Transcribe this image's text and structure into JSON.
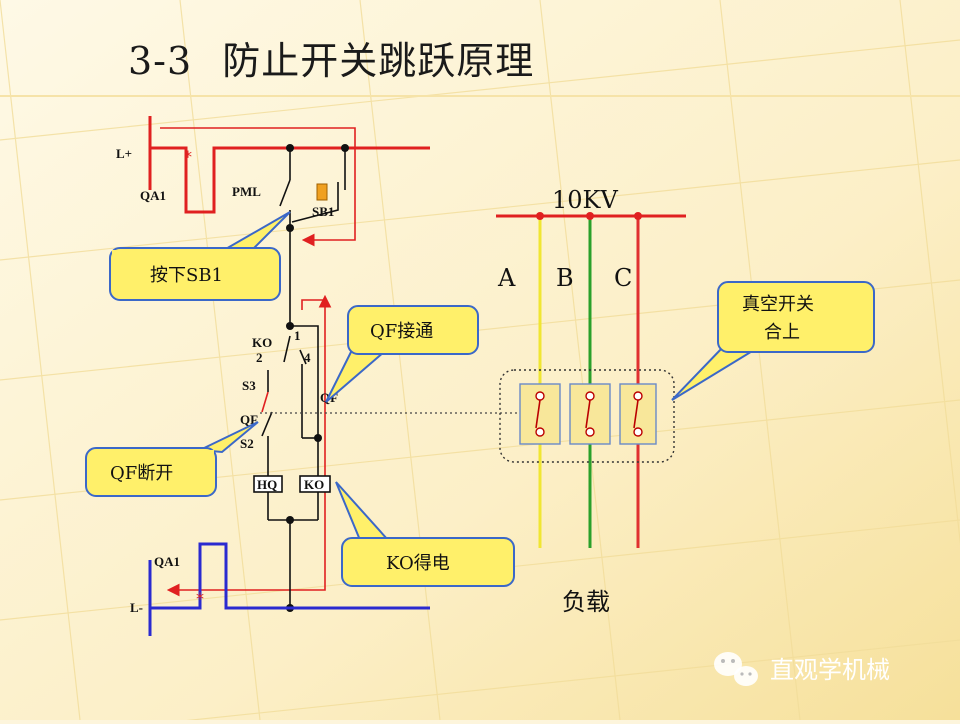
{
  "title": {
    "number": "3-3",
    "text": "防止开关跳跃原理"
  },
  "circuit": {
    "l_plus": "L+",
    "l_minus": "L-",
    "qa1_top": "QA1",
    "qa1_bottom": "QA1",
    "pml": "PML",
    "sb1": "SB1",
    "ko": "KO",
    "pin1": "1",
    "pin2": "2",
    "pin4": "4",
    "s3": "S3",
    "qf_left": "QF",
    "qf_right": "QF",
    "s2": "S2",
    "hq": "HQ",
    "ko_coil": "KO"
  },
  "callouts": {
    "press_sb1": "按下SB1",
    "qf_on": "QF接通",
    "qf_off": "QF断开",
    "ko_energized": "KO得电",
    "vacuum_switch_line1": "真空开关",
    "vacuum_switch_line2": "合上"
  },
  "power": {
    "voltage": "10KV",
    "phase_a": "A",
    "phase_b": "B",
    "phase_c": "C",
    "load": "负载"
  },
  "watermark": {
    "text": "直观学机械",
    "icon": "wechat-icon"
  },
  "colors": {
    "wire_red": "#e02020",
    "wire_blue": "#2a2ad0",
    "phase_a": "#f0e632",
    "phase_b": "#2aa02a",
    "phase_c": "#e03030",
    "callout_fill": "#fff06a",
    "callout_border": "#3b68c8"
  }
}
